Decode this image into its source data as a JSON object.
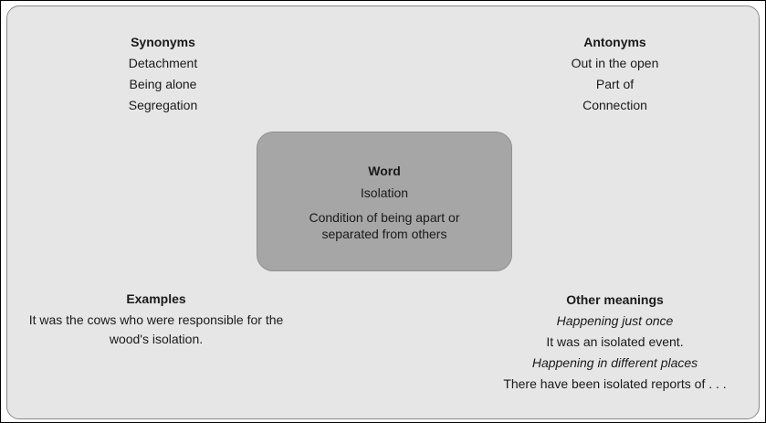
{
  "synonyms": {
    "heading": "Synonyms",
    "items": [
      "Detachment",
      "Being alone",
      "Segregation"
    ]
  },
  "antonyms": {
    "heading": "Antonyms",
    "items": [
      "Out in the open",
      "Part of",
      "Connection"
    ]
  },
  "center": {
    "heading": "Word",
    "word": "Isolation",
    "definition": "Condition of being apart or separated from others"
  },
  "examples": {
    "heading": "Examples",
    "text": "It was the cows who were responsible for the wood's isolation."
  },
  "other_meanings": {
    "heading": "Other meanings",
    "meaning_1": "Happening just once",
    "example_1": "It was an isolated event.",
    "meaning_2": "Happening in different places",
    "example_2": "There have been isolated reports of . . ."
  }
}
